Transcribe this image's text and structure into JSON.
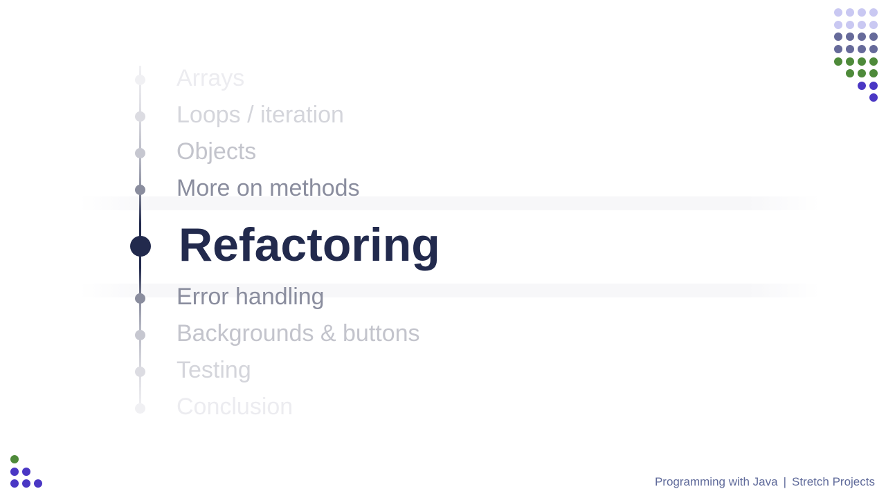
{
  "agenda": {
    "items": [
      {
        "label": "Arrays",
        "state": "far"
      },
      {
        "label": "Loops / iteration",
        "state": "near2"
      },
      {
        "label": "Objects",
        "state": "near1"
      },
      {
        "label": "More on methods",
        "state": "adjacent"
      },
      {
        "label": "Refactoring",
        "state": "active"
      },
      {
        "label": "Error handling",
        "state": "adjacent"
      },
      {
        "label": "Backgrounds & buttons",
        "state": "near1"
      },
      {
        "label": "Testing",
        "state": "near2"
      },
      {
        "label": "Conclusion",
        "state": "far"
      }
    ],
    "active_index": 4
  },
  "footer": {
    "course": "Programming with Java",
    "separator": "|",
    "section": "Stretch Projects"
  },
  "colors": {
    "active_text": "#222a4d",
    "adjacent_text": "#8a8d9e",
    "near1_text": "#c3c4cc",
    "near2_text": "#d4d5db",
    "far_text": "#eaeaee",
    "light_lavender": "#c9c8f2",
    "slate": "#666a9a",
    "green": "#4e8a3a",
    "indigo": "#4a37c4",
    "footer_text": "#5f6a9a"
  }
}
